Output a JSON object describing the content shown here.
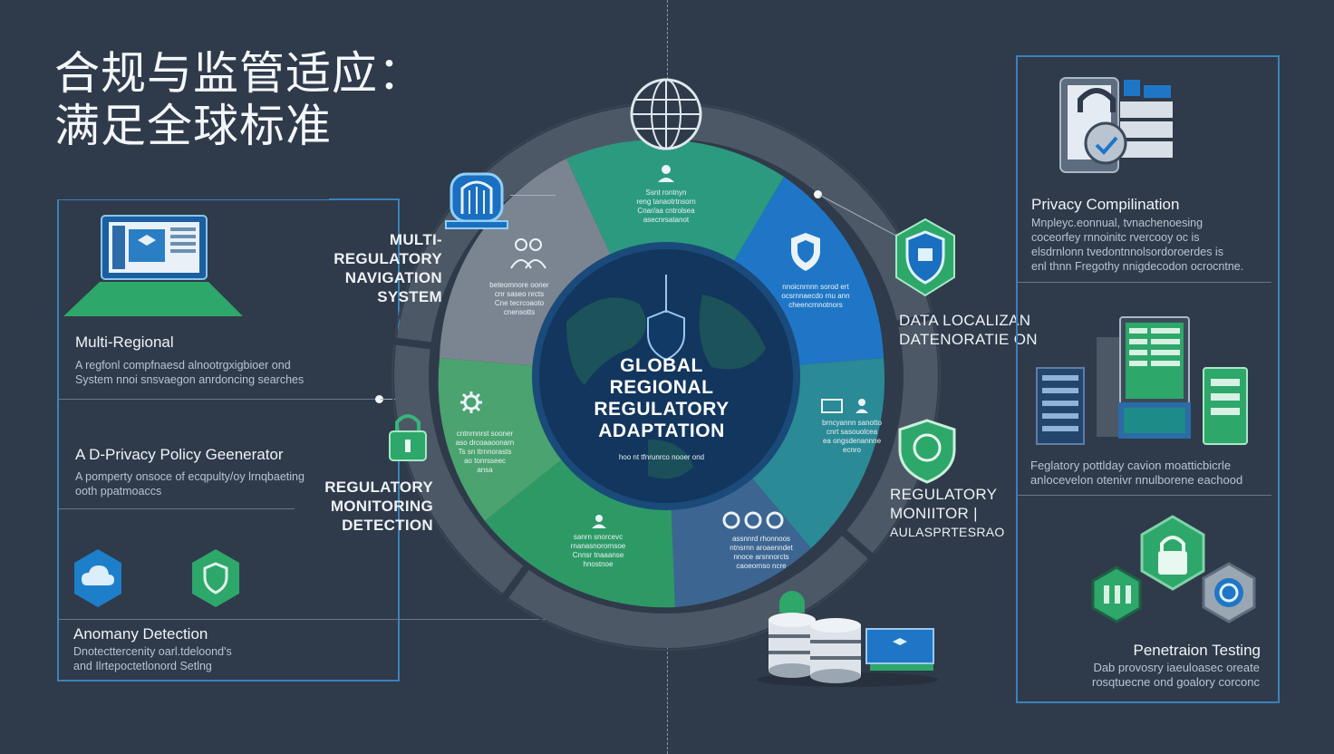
{
  "title": {
    "line1": "合规与监管适应：",
    "line2": "满足全球标准"
  },
  "center": {
    "title_lines": [
      "GLOBAL",
      "REGIONAL",
      "REGULATORY",
      "ADAPTATION"
    ],
    "subtitle": "hoo nt tfnrunrco nooer ond"
  },
  "labels": {
    "multi_nav": [
      "MULTI-",
      "REGULATORY",
      "NAVIGATION",
      "SYSTEM"
    ],
    "monitoring_detection": [
      "REGULATORY",
      "MONITORING",
      "DETECTION"
    ],
    "data_localization": [
      "DATA LOCALIZAN",
      "DATENORATIE ON"
    ],
    "regulatory_monitor": [
      "REGULATORY",
      "MONIITOR |",
      "aulasprTesrao"
    ]
  },
  "left_panel": {
    "items": [
      {
        "title": "Multi-Regional",
        "desc": [
          "A regfonl compfnaesd alnootrgxigbioer ond",
          "System nnoi snsvaegon anrdoncing searches"
        ]
      },
      {
        "title": "A D-Privacy Policy Geenerator",
        "desc": [
          "A pomperty onsoce of ecqpulty/oy lrnqbaeting",
          "ooth ppatmoaccs"
        ]
      },
      {
        "title": "Anomany Detection",
        "desc": [
          "Dnotecttercenity oarl.tdeloond's",
          "and Ilrtepoctetlonord Setlng"
        ]
      }
    ]
  },
  "right_panel": {
    "items": [
      {
        "title": "Privacy Compilination",
        "desc": [
          "Mnpleyc.eonnual, tvnachenoesing",
          "coceorfey rnnoinitc rvercooy oc is",
          "elsdrnlonn tvedontnnolsordoroerdes is",
          "enl thnn Fregothy nnigdecodon ocrocntne."
        ]
      },
      {
        "title": "",
        "desc": [
          "Feglatory pottlday cavion moatticbicrle",
          "anlocevelon otenivr nnulborene eachood"
        ]
      },
      {
        "title": "Penetraion Testing",
        "desc": [
          "Dab provosry iaeuloasec oreate",
          "rosqtuecne ond goalory corconc"
        ]
      }
    ]
  },
  "segments": {
    "top": [
      "Ssnt rontnyn",
      "reng tanaotrtnsorn",
      "Cnar/aa cntrolsea",
      "asecnrsatanot"
    ],
    "top_right": [
      "nnoicnrnnn sorod ert",
      "ocsrnnaecdo rnu ann",
      "cheencrnnotnors"
    ],
    "right": [
      "brncyannn sanotto",
      "cnrt sasouolcea",
      "ea ongsdenannne",
      "ecnro"
    ],
    "bottom_right": [
      "assnnrd rhonnoos",
      "ntnsrnn aroaenndet",
      "nnoce arsnnorcts",
      "caoeornso ncre"
    ],
    "bottom": [
      "sanrn snorcevc",
      "rnanasnorornsoe",
      "Cnnsr tnaaanse",
      "hnostnoe"
    ],
    "left": [
      "cntnrnnrst sooner",
      "aso drcoaaoonarn",
      "Ts sn ttrnnorasts",
      "ao tonrsseec",
      "ansa"
    ],
    "top_left": [
      "beteomnore ooner",
      "cnr saseo nrcts",
      "Cne tecrcoaoto",
      "cnensotts"
    ]
  }
}
